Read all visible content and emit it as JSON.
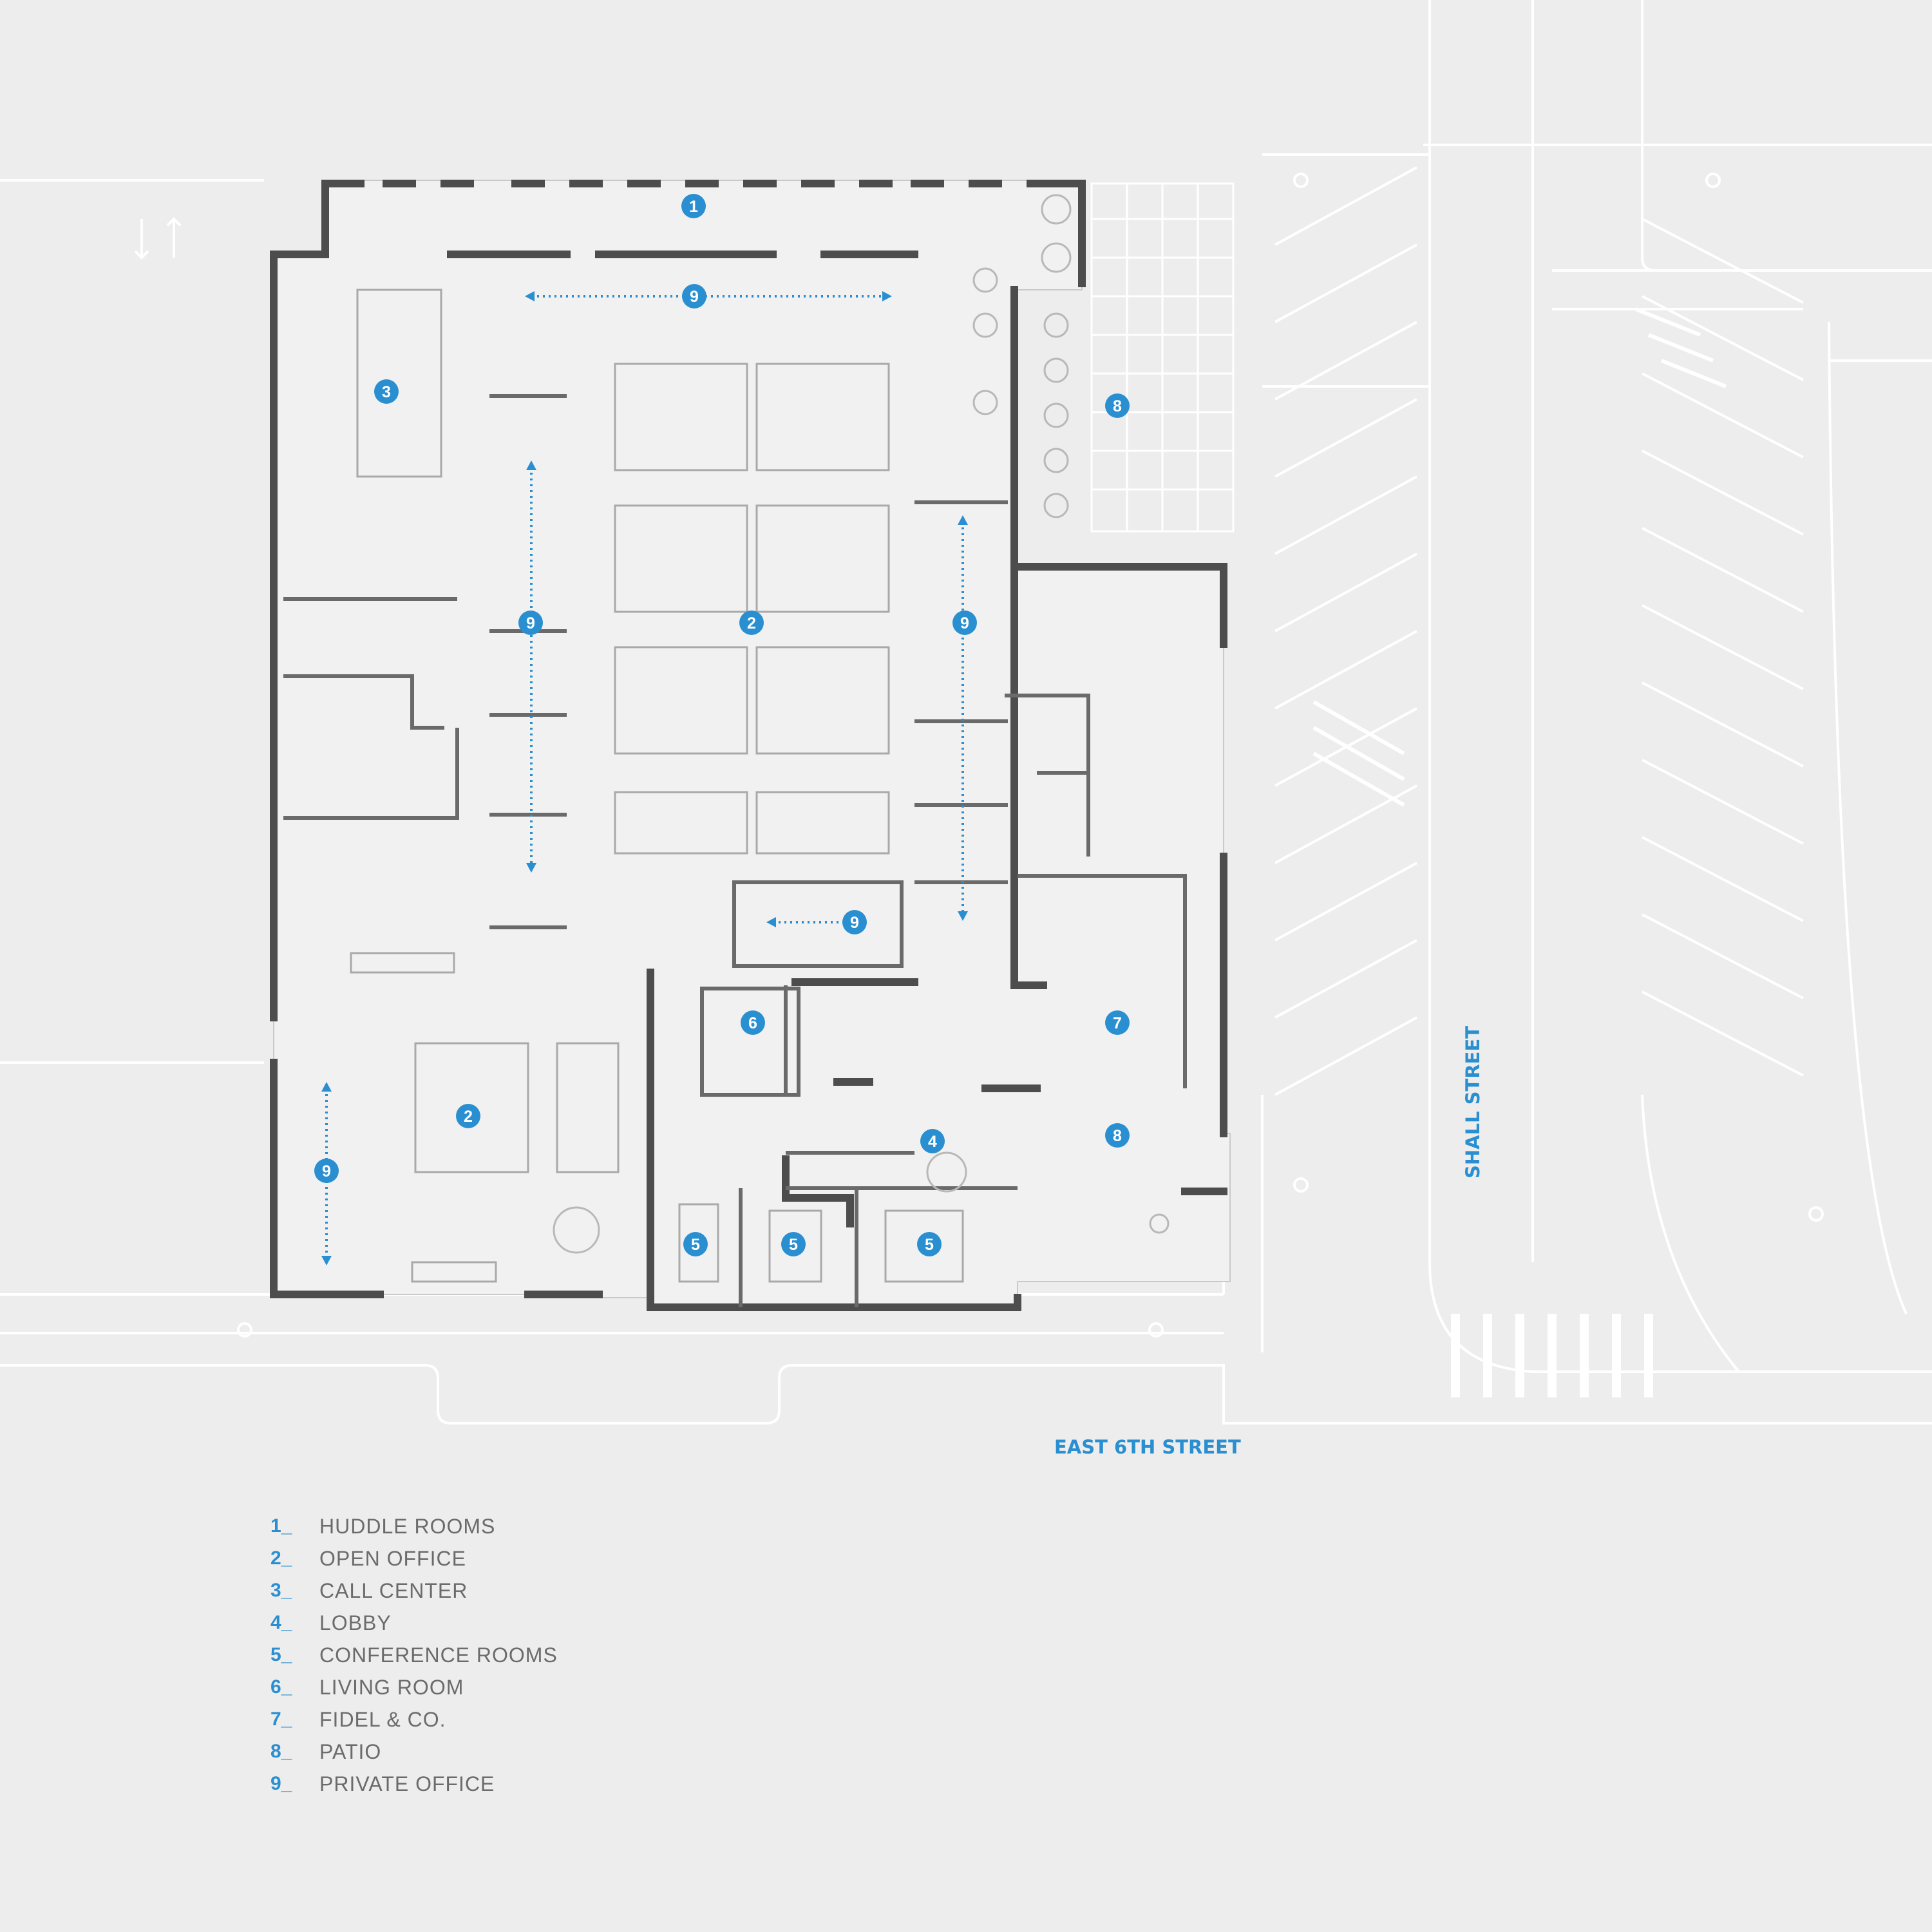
{
  "colors": {
    "background": "#ededed",
    "floor": "#f1f1f1",
    "wall": "#4d4d4d",
    "accent": "#2a8fd0",
    "furniture": "#a9a9a9",
    "site_lines": "#ffffff",
    "legend_text": "#6b6b6b"
  },
  "streets": {
    "east": "EAST 6TH STREET",
    "shall": "SHALL STREET"
  },
  "legend": [
    {
      "num": "1_",
      "label": "HUDDLE ROOMS"
    },
    {
      "num": "2_",
      "label": "OPEN OFFICE"
    },
    {
      "num": "3_",
      "label": "CALL CENTER"
    },
    {
      "num": "4_",
      "label": "LOBBY"
    },
    {
      "num": "5_",
      "label": "CONFERENCE ROOMS"
    },
    {
      "num": "6_",
      "label": "LIVING ROOM"
    },
    {
      "num": "7_",
      "label": "FIDEL & CO."
    },
    {
      "num": "8_",
      "label": "PATIO"
    },
    {
      "num": "9_",
      "label": "PRIVATE OFFICE"
    }
  ],
  "room_badges": [
    "1",
    "2",
    "3",
    "2",
    "4",
    "5",
    "5",
    "5",
    "6",
    "7",
    "8",
    "8",
    "9",
    "9",
    "9",
    "9",
    "9"
  ]
}
